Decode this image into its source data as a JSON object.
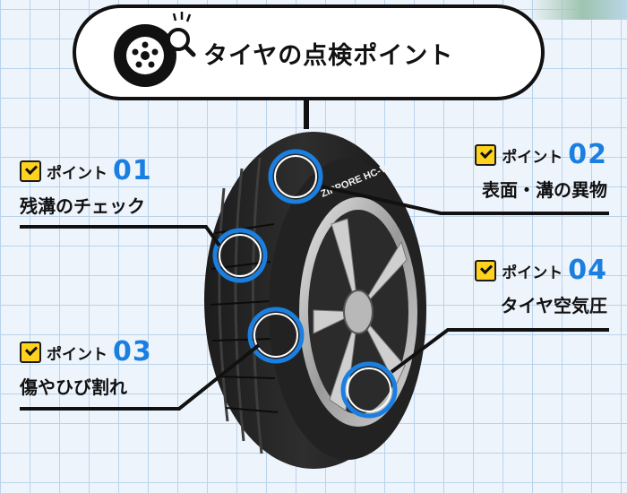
{
  "title": "タイヤの点検ポイント",
  "tire": {
    "sidewall_text": "ZIPPORE HC-V"
  },
  "points": [
    {
      "label": "ポイント",
      "number": "01",
      "desc": "残溝のチェック"
    },
    {
      "label": "ポイント",
      "number": "02",
      "desc": "表面・溝の異物"
    },
    {
      "label": "ポイント",
      "number": "03",
      "desc": "傷やひび割れ"
    },
    {
      "label": "ポイント",
      "number": "04",
      "desc": "タイヤ空気圧"
    }
  ],
  "colors": {
    "accent": "#1a7fe0",
    "check": "#ffd21e",
    "outline": "#111111"
  },
  "icons": [
    "tire-icon",
    "magnifier-icon",
    "check-icon"
  ]
}
